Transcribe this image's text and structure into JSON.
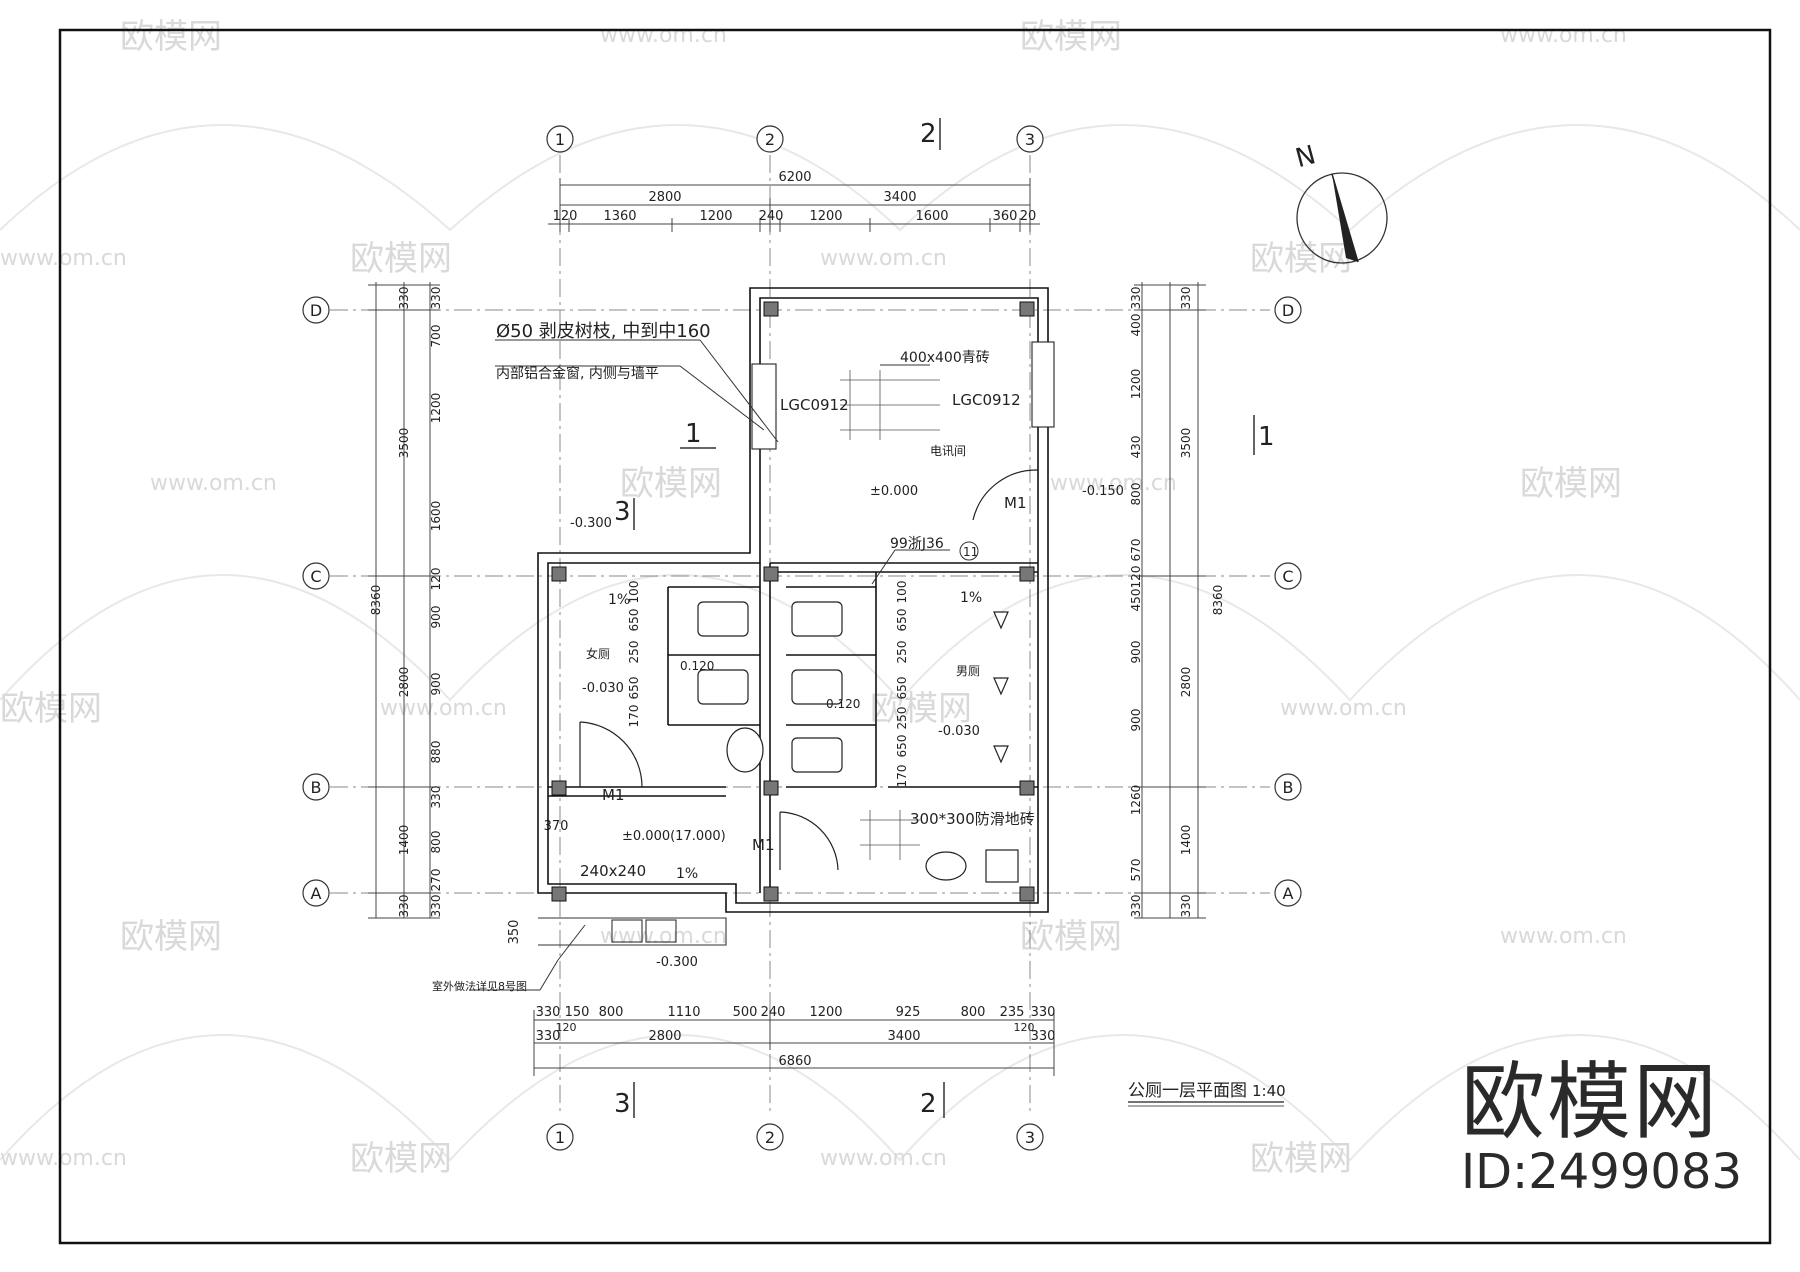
{
  "watermark": {
    "logo": "欧模网",
    "url": "www.om.cn"
  },
  "brand": {
    "name": "欧模网",
    "id": "ID:2499083"
  },
  "compass": {
    "label": "N"
  },
  "grid": {
    "cols": [
      "1",
      "2",
      "3"
    ],
    "rows": [
      "A",
      "B",
      "C",
      "D"
    ]
  },
  "section_marks": {
    "top": "2",
    "left": "1",
    "right": "1",
    "mid": "3",
    "bottom_left": "3",
    "bottom_right": "2"
  },
  "dims": {
    "top_total": "6200",
    "top_seg": [
      "2800",
      "3400"
    ],
    "top_detail": [
      "120",
      "1360",
      "1200",
      "240",
      "1200",
      "1600",
      "360",
      "20"
    ],
    "left_total": "8360",
    "left_major": [
      "3500",
      "2800",
      "1400"
    ],
    "left_330": "330",
    "left_detail": [
      "330",
      "700",
      "1200",
      "1600",
      "120",
      "900",
      "900",
      "880",
      "330",
      "800",
      "270",
      "330"
    ],
    "right_total": "8360",
    "right_major": [
      "3500",
      "2800",
      "1400"
    ],
    "right_330": "330",
    "right_detail": [
      "330",
      "400",
      "1200",
      "430",
      "800",
      "670",
      "450",
      "120",
      "900",
      "900",
      "1260",
      "570",
      "330"
    ],
    "bottom_detail": [
      "330",
      "150",
      "800",
      "1110",
      "500",
      "240",
      "1200",
      "925",
      "800",
      "235",
      "330"
    ],
    "bottom_small": [
      "120",
      "120"
    ],
    "bottom_seg": [
      "330",
      "2800",
      "3400",
      "330"
    ],
    "bottom_total": "6860",
    "d370": "370",
    "d350": "350"
  },
  "annotations": {
    "rod": "Ø50 剥皮树枝, 中到中160",
    "window_note": "内部铝合金窗, 内侧与墙平",
    "tile400": "400x400青砖",
    "win_l": "LGC0912",
    "win_r": "LGC0912",
    "elec": "电讯间",
    "lvl_000": "±0.000",
    "lvl_m030_out": "-0.300",
    "lvl_m015": "-0.150",
    "door_m1_a": "M1",
    "door_m1_b": "M1",
    "door_m1_c": "M1",
    "j36": "99浙J36",
    "circle_ref": "11",
    "pct_l": "1%",
    "pct_r": "1%",
    "pct_b": "1%",
    "women": "女厕",
    "men": "男厕",
    "lvl_f030": "-0.030",
    "lvl_m030": "-0.030",
    "lvl_0120a": "0.120",
    "lvl_0120b": "0.120",
    "stall_dims_l": [
      "100",
      "650",
      "250",
      "650",
      "170"
    ],
    "stall_dims_r": [
      "100",
      "650",
      "250",
      "650",
      "250",
      "650",
      "170"
    ],
    "tile300": "300*300防滑地砖",
    "lvl_lobby": "±0.000(17.000)",
    "col240": "240x240",
    "lvl_bottom": "-0.300",
    "outdoor": "室外做法详见8号图",
    "title": "公厕一层平面图",
    "scale": "1:40"
  }
}
